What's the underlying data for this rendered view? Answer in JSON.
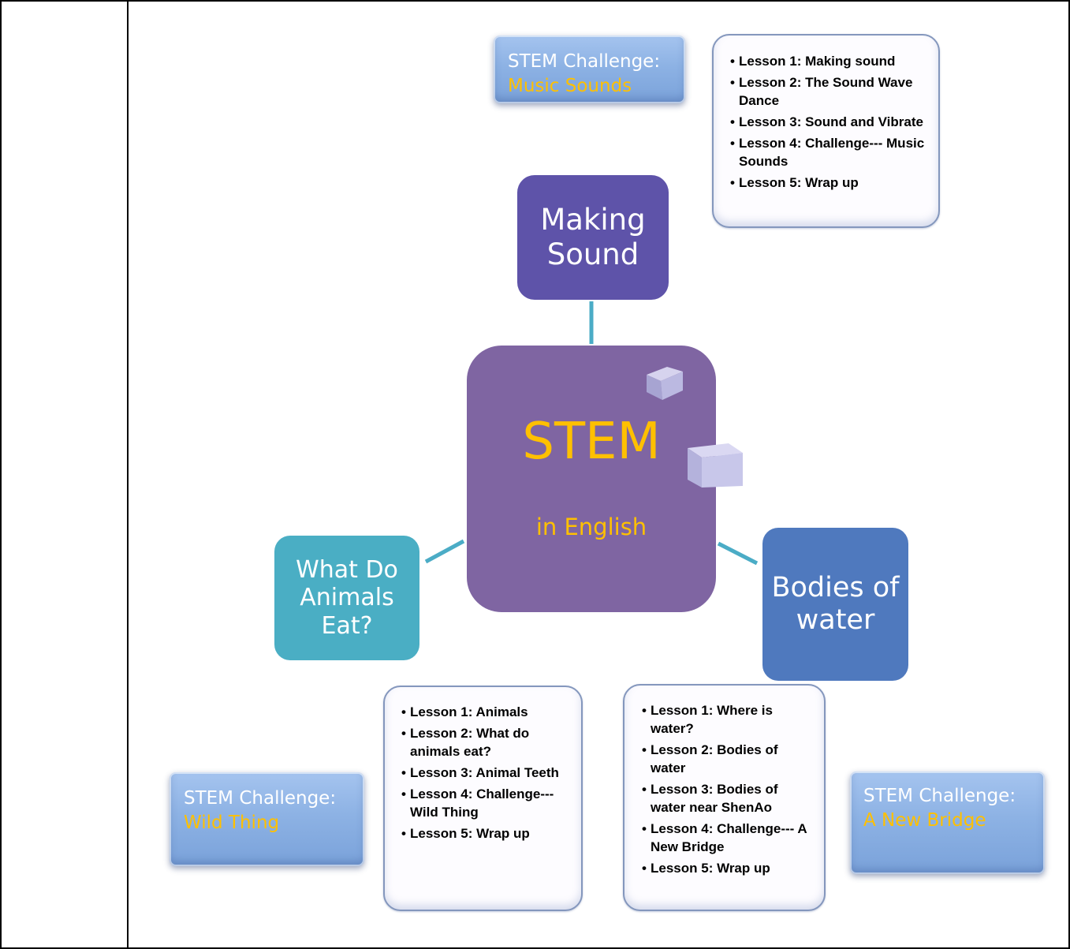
{
  "center": {
    "title": "STEM",
    "subtitle": "in English"
  },
  "topics": {
    "making_sound": "Making Sound",
    "animals": "What Do Animals Eat?",
    "water": "Bodies of water"
  },
  "challenges": {
    "music": {
      "heading": "STEM Challenge:",
      "name": "Music Sounds"
    },
    "wild": {
      "heading": "STEM Challenge:",
      "name": "Wild Thing"
    },
    "bridge": {
      "heading": "STEM Challenge:",
      "name": "A New Bridge"
    }
  },
  "lessons": {
    "making_sound": [
      "Lesson 1: Making sound",
      "Lesson 2: The Sound Wave Dance",
      "Lesson 3: Sound and Vibrate",
      "Lesson 4: Challenge--- Music Sounds",
      "Lesson 5: Wrap up"
    ],
    "animals": [
      "Lesson 1: Animals",
      "Lesson 2: What do animals eat?",
      "Lesson 3: Animal Teeth",
      "Lesson 4: Challenge--- Wild Thing",
      "Lesson 5: Wrap up"
    ],
    "water": [
      "Lesson 1: Where is water?",
      "Lesson 2: Bodies of water",
      "Lesson 3: Bodies of water near ShenAo",
      "Lesson 4: Challenge--- A New Bridge",
      "Lesson 5: Wrap up"
    ]
  },
  "colors": {
    "center": "#7f65a2",
    "making_sound": "#5e53a9",
    "animals": "#4aaec4",
    "water": "#4f79be",
    "connector": "#4bacc6",
    "highlight_text": "#ffc000"
  }
}
